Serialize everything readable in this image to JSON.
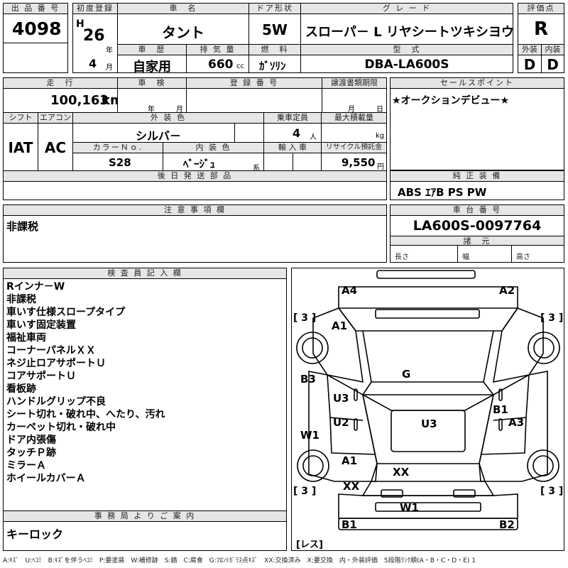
{
  "header": {
    "lot_label": "出 品 番 号",
    "lot_number": "4098",
    "first_reg_label": "初度登録",
    "era_mark": "H",
    "year": "26",
    "year_unit": "年",
    "month": "4",
    "month_unit": "月",
    "car_name_label": "車　名",
    "car_name": "タント",
    "door_label": "ドア形状",
    "door": "5W",
    "grade_label": "グ レ ー ド",
    "grade": "スローパ－ L リヤシートツキシヨウ",
    "score_label": "評価点",
    "score": "R",
    "history_label": "車　歴",
    "history": "自家用",
    "disp_label": "排 気 量",
    "disp": "660",
    "disp_unit": "cc",
    "fuel_label": "燃　料",
    "fuel": "ｶﾞｿﾘﾝ",
    "model_label": "型　式",
    "model": "DBA-LA600S",
    "ext_label": "外装",
    "ext_grade": "D",
    "int_label": "内装",
    "int_grade": "D"
  },
  "row2": {
    "mileage_label": "走　行",
    "mileage": "100,163",
    "mileage_unit": "km",
    "inspection_label": "車　検",
    "insp_year_unit": "年",
    "insp_month_unit": "月",
    "reg_label": "登 録 番 号",
    "deadline_label": "譲渡書類期限",
    "deadline_month_unit": "月",
    "deadline_day_unit": "日",
    "sales_label": "セールスポイント",
    "sales_text": "★オークションデビュー★"
  },
  "row3": {
    "shift_label": "シフト",
    "shift": "IAT",
    "ac_label": "エアコン",
    "ac": "AC",
    "ext_color_label": "外 装 色",
    "ext_color": "シルバ－",
    "capacity_label": "乗車定員",
    "capacity": "4",
    "capacity_unit": "人",
    "load_label": "最大積載量",
    "load_unit": "kg",
    "color_no_label": "カラーＮｏ.",
    "color_no": "S28",
    "int_color_label": "内 装 色",
    "int_color": "ﾍﾞｰｼﾞｭ",
    "int_color_unit": "系",
    "import_label": "輸 入 車",
    "recycle_label": "リサイクル預託金",
    "recycle": "9,550",
    "recycle_unit": "円",
    "later_parts_label": "後 日 発 送 部 品",
    "equipment_label": "純 正 装 備",
    "equipment": "ABS ｴｱB PS PW"
  },
  "row4": {
    "notes_label": "注 意 事 項 欄",
    "notes": "非課税",
    "chassis_label": "車 台 番 号",
    "chassis": "LA600S-0097764",
    "spec_label": "諸　元",
    "length_label": "長さ",
    "width_label": "幅",
    "height_label": "高さ"
  },
  "inspector": {
    "label": "検 査 員 記 入 欄",
    "lines": [
      "Rインナ－W",
      "非課税",
      "車いす仕様スロープタイプ",
      "車いす固定装置",
      "福祉車両",
      "コーナーパネルＸＸ",
      "ネジ止ロアサポートＵ",
      "コアサポートＵ",
      "看板跡",
      "ハンドルグリップ不良",
      "シート切れ・破れ中、へたり、汚れ",
      "カーペット切れ・破れ中",
      "ドア内張傷",
      "タッチＰ跡",
      "ミラーＡ",
      "ホイールカバーＡ"
    ]
  },
  "office": {
    "label": "事 務 局 よ り ご 案 内",
    "text": "キーロック"
  },
  "diagram": {
    "marks": [
      "A4",
      "A2",
      "A1",
      "B3",
      "U3",
      "G",
      "B1",
      "U2",
      "U3",
      "A3",
      "W1",
      "A1",
      "XX",
      "XX",
      "W1",
      "B1",
      "B2"
    ],
    "tire_left_front": "[ 3 ]",
    "tire_right_front": "[ 3 ]",
    "tire_left_rear": "[ 3 ]",
    "tire_right_rear": "[ 3 ]",
    "spare_tire": "[レス]"
  },
  "legend": "A:ｷｽﾞ　U:ﾍｺﾐ　B:ｷｽﾞを伴うﾍｺﾐ　P:要塗装　W:補修跡　S:錆　C:腐食　G:ﾌﾛﾝﾄｶﾞﾗｽ点ｷｽﾞ　XX:交換済み　X:要交換　内・外装評価　5段階ﾗﾝｸ順(A・B・C・D・E) 1"
}
